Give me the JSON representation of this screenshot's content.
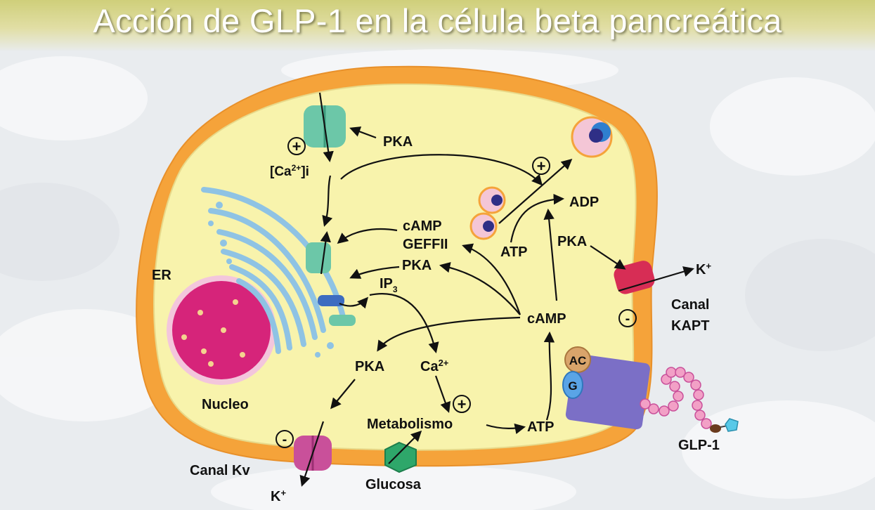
{
  "title": "Acción de GLP-1 en la célula beta pancreática",
  "colors": {
    "membrane": "#f5a33a",
    "cytoplasm": "#f8f3ac",
    "nucleus": "#d6247a",
    "golgi": "#8fc3e4",
    "channel_teal": "#6cc7a8",
    "channel_pink": "#c9509a",
    "channel_red": "#d72d55",
    "receptor": "#7b6fc6",
    "glucose": "#2ea76a"
  },
  "labels": {
    "pka_top": "PKA",
    "ca_i_pre": "[Ca",
    "ca_i_sup": "2+",
    "ca_i_post": "]i",
    "camp_geff_1": "cAMP",
    "camp_geff_2": "GEFFII",
    "pka_mid": "PKA",
    "ip3_main": "IP",
    "ip3_sub": "3",
    "atp_top": "ATP",
    "adp": "ADP",
    "pka_right": "PKA",
    "k_right": "K",
    "k_right_sup": "+",
    "canal_kapt_1": "Canal",
    "canal_kapt_2": "KAPT",
    "camp_center": "cAMP",
    "er": "ER",
    "pka_low": "PKA",
    "ca2": "Ca",
    "ca2_sup": "2+",
    "nucleo": "Nucleo",
    "metabolismo": "Metabolismo",
    "atp_bottom": "ATP",
    "ac": "AC",
    "g": "G",
    "glp1": "GLP-1",
    "canal_kv": "Canal Kv",
    "k_bottom": "K",
    "k_bottom_sup": "+",
    "glucosa": "Glucosa",
    "plus_sign": "+",
    "minus_sign": "-"
  }
}
